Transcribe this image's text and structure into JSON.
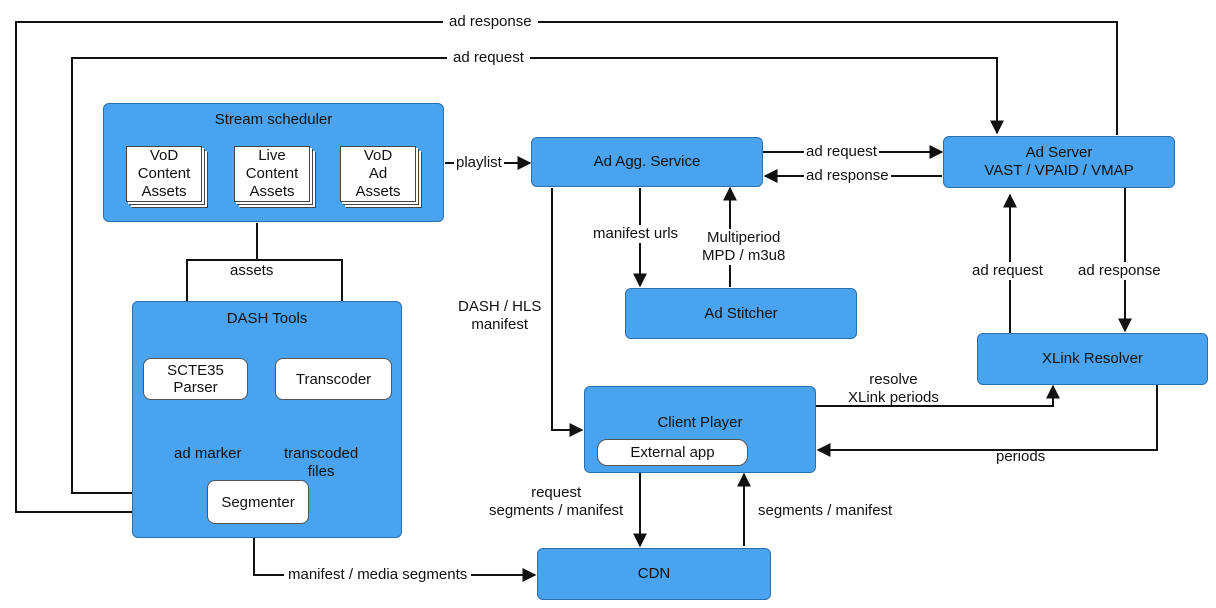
{
  "nodes": {
    "stream_scheduler": "Stream scheduler",
    "vod_content_assets": "VoD\nContent\nAssets",
    "live_content_assets": "Live\nContent\nAssets",
    "vod_ad_assets": "VoD\nAd\nAssets",
    "dash_tools": "DASH Tools",
    "scte35_parser": "SCTE35\nParser",
    "transcoder": "Transcoder",
    "segmenter": "Segmenter",
    "ad_agg_service": "Ad Agg. Service",
    "ad_stitcher": "Ad Stitcher",
    "ad_server": "Ad Server\nVAST / VPAID / VMAP",
    "xlink_resolver": "XLink Resolver",
    "client_player": "Client Player",
    "external_app": "External app",
    "cdn": "CDN"
  },
  "edges": {
    "top_ad_response": "ad response",
    "top_ad_request": "ad request",
    "playlist": "playlist",
    "agg_ad_request": "ad request",
    "agg_ad_response": "ad response",
    "manifest_urls": "manifest urls",
    "multiperiod": "Multiperiod\nMPD / m3u8",
    "dash_hls_manifest": "DASH / HLS\nmanifest",
    "assets": "assets",
    "ad_marker": "ad marker",
    "transcoded_files": "transcoded\nfiles",
    "xlink_ad_request": "ad request",
    "xlink_ad_response": "ad response",
    "resolve_xlink": "resolve\nXLink periods",
    "periods": "periods",
    "request_segments": "request\nsegments / manifest",
    "segments_manifest": "segments / manifest",
    "manifest_media_segments": "manifest / media segments"
  },
  "colors": {
    "node_fill": "#4aa3ee",
    "node_border": "#2a6fb0",
    "line": "#111111"
  }
}
